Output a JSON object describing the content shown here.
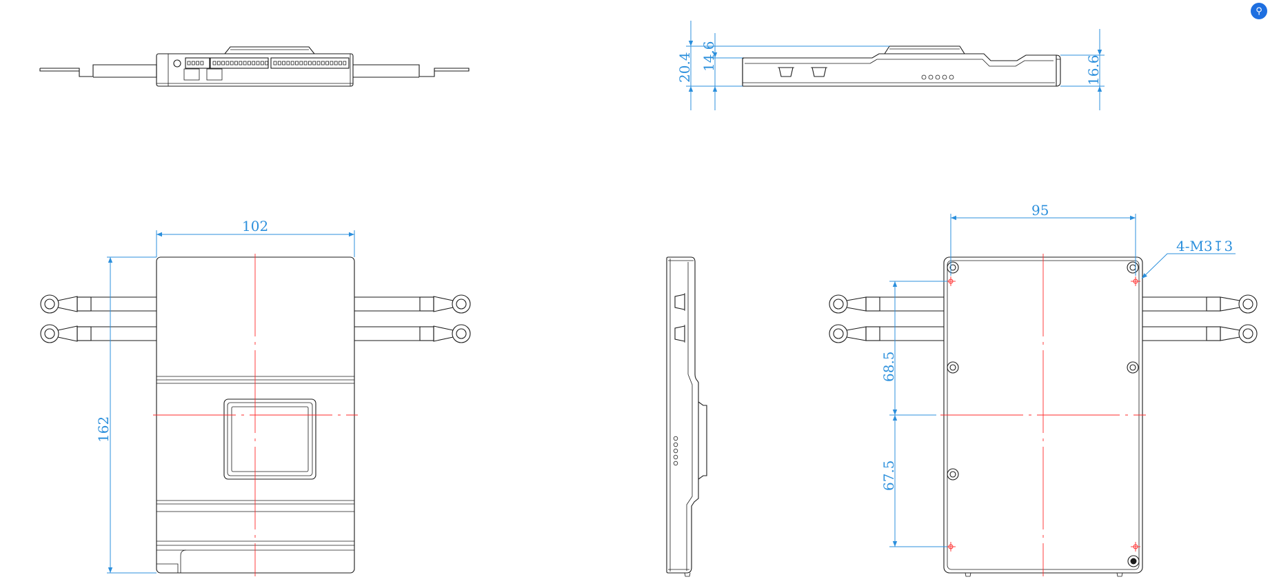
{
  "dimensions": {
    "top_height_total": "20.4",
    "top_height_body": "14.6",
    "top_height_right": "16.6",
    "front_width": "102",
    "front_height": "162",
    "back_width": "95",
    "back_hole_spacing_upper": "68.5",
    "back_hole_spacing_lower": "67.5",
    "thread_callout": "4-M3↧3"
  },
  "colors": {
    "outline": "#1a1a1a",
    "dimension": "#2b8fdc",
    "centerline": "#ff2a2a"
  },
  "toolbar": {
    "link_icon": "link-icon"
  }
}
